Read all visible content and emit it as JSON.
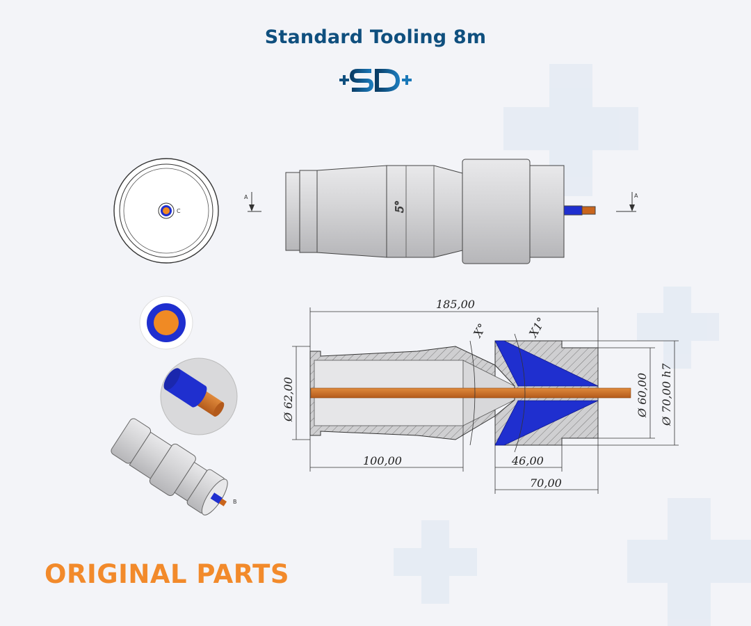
{
  "header": {
    "title": "Standard Tooling 8m",
    "logo_text": "SD"
  },
  "footer": {
    "label": "ORIGINAL PARTS"
  },
  "drawing": {
    "view_labels": {
      "front_view_c": "C",
      "detail_b": "B",
      "section_a_left": "A",
      "section_a_right": "A"
    },
    "dimensions": {
      "overall_length": "185,00",
      "left_length": "100,00",
      "middle_length": "46,00",
      "right_length": "70,00",
      "diameter_left": "Ø 62,00",
      "diameter_inner_right": "Ø 60,00",
      "diameter_outer_right": "Ø 70,00 h7",
      "angle_x": "X°",
      "angle_x1": "X1°",
      "taper_angle": "5°"
    }
  },
  "colors": {
    "title_blue": "#0f4f7e",
    "accent_orange": "#f28a2b",
    "copper": "#c9651d",
    "insulation_blue": "#1f2fcf",
    "steel_gray": "#d2d2d4"
  }
}
